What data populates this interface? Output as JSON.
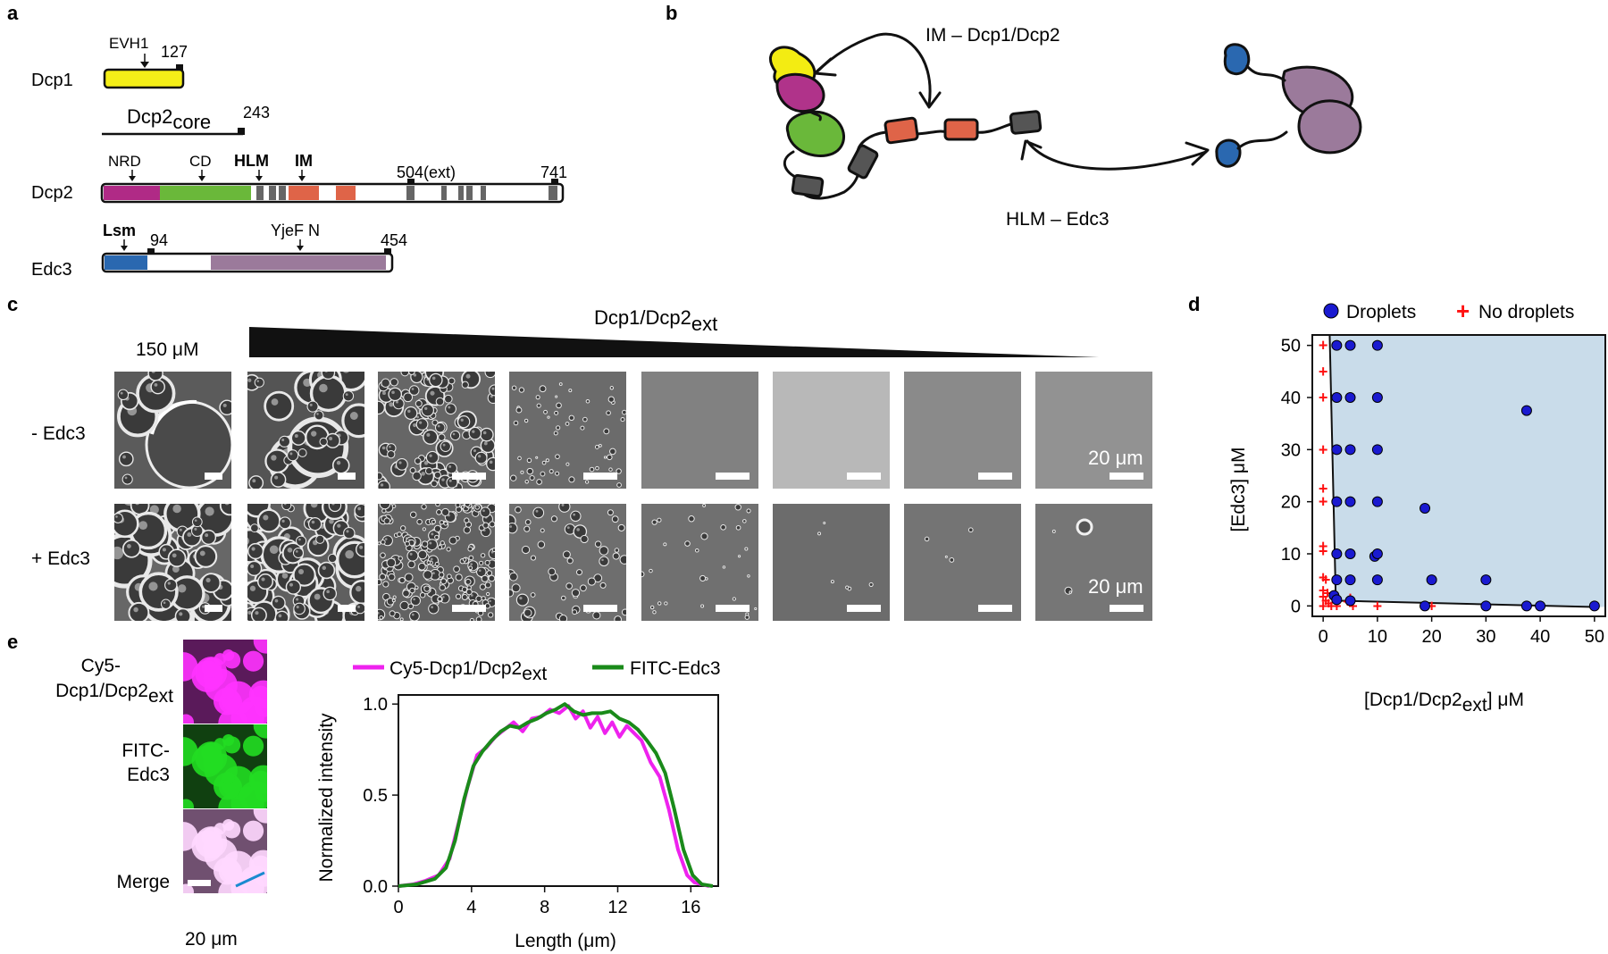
{
  "panels": {
    "a": "a",
    "b": "b",
    "c": "c",
    "d": "d",
    "e": "e"
  },
  "panel_a": {
    "dcp1": {
      "name": "Dcp1",
      "evh1": "EVH1",
      "end": "127"
    },
    "core": {
      "label": "Dcp2",
      "sub": "core",
      "end": "243"
    },
    "dcp2": {
      "name": "Dcp2",
      "nrd": "NRD",
      "cd": "CD",
      "hlm": "HLM",
      "im": "IM",
      "ext": "504(ext)",
      "end": "741"
    },
    "edc3": {
      "name": "Edc3",
      "lsm": "Lsm",
      "lsm_end": "94",
      "yjef": "YjeF N",
      "end": "454"
    }
  },
  "panel_b": {
    "im_label": "IM – Dcp1/Dcp2",
    "hlm_label": "HLM – Edc3"
  },
  "panel_c": {
    "title_main": "Dcp1/Dcp2",
    "title_sub": "ext",
    "conc": "150 μM",
    "row1": "- Edc3",
    "row2": "+ Edc3",
    "scale1": "20 μm",
    "scale2": "20 μm",
    "tile_colors": {
      "row1_bg": [
        "#5b5b5b",
        "#545454",
        "#666666",
        "#6b6b6b",
        "#818181",
        "#b8b8b8",
        "#8a8a8a",
        "#929292"
      ],
      "row2_bg": [
        "#676767",
        "#5f5f5f",
        "#626262",
        "#6e6e6e",
        "#707070",
        "#6c6c6c",
        "#747474",
        "#767676"
      ]
    }
  },
  "panel_e": {
    "cy5_l1": "Cy5-",
    "cy5_l2": "Dcp1/Dcp2",
    "cy5_sub": "ext",
    "fitc_l1": "FITC-",
    "fitc_l2": "Edc3",
    "merge": "Merge",
    "scale": "20 μm",
    "colors": {
      "cy5": "#ee22ee",
      "fitc": "#1a8a1a",
      "merge": "#d8a8d8"
    }
  },
  "chart_data": [
    {
      "type": "scatter",
      "panel": "d",
      "legend": [
        "Droplets",
        "No droplets"
      ],
      "legend_placement": "top",
      "xlabel": "[Dcp1/Dcp2ext] μM",
      "xlabel_main": "[Dcp1/Dcp2",
      "xlabel_sub": "ext",
      "xlabel_end": "] μM",
      "ylabel": "[Edc3] μM",
      "xlim": [
        -2,
        52
      ],
      "ylim": [
        -2,
        52
      ],
      "xticks": [
        0,
        10,
        20,
        30,
        40,
        50
      ],
      "yticks": [
        0,
        10,
        20,
        30,
        40,
        50
      ],
      "colors": {
        "droplets": "#1a1ad0",
        "no_droplets": "#ff1111",
        "region": "#c9dcea"
      },
      "series": [
        {
          "name": "Droplets",
          "points": [
            [
              2.5,
              50
            ],
            [
              5,
              50
            ],
            [
              10,
              50
            ],
            [
              2.5,
              40
            ],
            [
              5,
              40
            ],
            [
              10,
              40
            ],
            [
              37.5,
              37.5
            ],
            [
              2.5,
              30
            ],
            [
              5,
              30
            ],
            [
              10,
              30
            ],
            [
              2.5,
              20
            ],
            [
              5,
              20
            ],
            [
              10,
              20
            ],
            [
              18.75,
              18.75
            ],
            [
              2.5,
              10
            ],
            [
              5,
              10
            ],
            [
              9.5,
              9.5
            ],
            [
              10,
              10
            ],
            [
              2.5,
              5
            ],
            [
              5,
              5
            ],
            [
              10,
              5
            ],
            [
              20,
              5
            ],
            [
              30,
              5
            ],
            [
              2,
              2
            ],
            [
              2.5,
              1.2
            ],
            [
              5,
              1
            ],
            [
              18.75,
              0
            ],
            [
              30,
              0
            ],
            [
              37.5,
              0
            ],
            [
              40,
              0
            ],
            [
              50,
              0
            ]
          ]
        },
        {
          "name": "No droplets",
          "points": [
            [
              0,
              50
            ],
            [
              0,
              45
            ],
            [
              0,
              40
            ],
            [
              0,
              30
            ],
            [
              0,
              22.5
            ],
            [
              0,
              20
            ],
            [
              0,
              11.5
            ],
            [
              0,
              10.5
            ],
            [
              0,
              5.5
            ],
            [
              0.5,
              5
            ],
            [
              0,
              3
            ],
            [
              0.8,
              2.5
            ],
            [
              0,
              1.8
            ],
            [
              0.5,
              1
            ],
            [
              1,
              0.5
            ],
            [
              0,
              0
            ],
            [
              1.5,
              0
            ],
            [
              2.5,
              0
            ],
            [
              4.5,
              0.8
            ],
            [
              5,
              1.5
            ],
            [
              5.5,
              0
            ],
            [
              10,
              0
            ],
            [
              20,
              0
            ]
          ]
        }
      ]
    },
    {
      "type": "line",
      "panel": "e",
      "xlabel": "Length (μm)",
      "ylabel": "Normalized intensity",
      "xlim": [
        0,
        17.5
      ],
      "ylim": [
        0,
        1.05
      ],
      "xticks": [
        0,
        4,
        8,
        12,
        16
      ],
      "yticks": [
        0,
        0.5,
        1.0
      ],
      "ytick_labels": [
        "0.0",
        "0.5",
        "1.0"
      ],
      "series": [
        {
          "name": "Cy5-Dcp1/Dcp2ext",
          "name_main": "Cy5-Dcp1/Dcp2",
          "name_sub": "ext",
          "color": "#ee22ee",
          "x": [
            0,
            0.8,
            1.5,
            2.2,
            2.8,
            3.3,
            3.8,
            4.3,
            4.8,
            5.3,
            5.8,
            6.3,
            6.8,
            7.3,
            7.8,
            8.3,
            8.8,
            9.3,
            9.7,
            10.1,
            10.5,
            10.9,
            11.3,
            11.7,
            12.1,
            12.5,
            12.9,
            13.3,
            13.8,
            14.3,
            14.8,
            15.3,
            15.8,
            16.2,
            16.6,
            17
          ],
          "y": [
            0,
            0.01,
            0.03,
            0.06,
            0.15,
            0.35,
            0.55,
            0.72,
            0.76,
            0.82,
            0.86,
            0.9,
            0.85,
            0.92,
            0.93,
            0.97,
            0.95,
            0.99,
            0.92,
            0.96,
            0.87,
            0.93,
            0.84,
            0.9,
            0.82,
            0.88,
            0.84,
            0.8,
            0.68,
            0.6,
            0.42,
            0.2,
            0.06,
            0.02,
            0.01,
            0
          ]
        },
        {
          "name": "FITC-Edc3",
          "color": "#1a8a1a",
          "x": [
            0,
            1,
            2,
            2.6,
            3.1,
            3.6,
            4.1,
            4.6,
            5.1,
            5.6,
            6.1,
            6.6,
            7.1,
            7.6,
            8.1,
            8.6,
            9.1,
            9.6,
            10.1,
            10.6,
            11.1,
            11.6,
            12.1,
            12.6,
            13.1,
            13.6,
            14.1,
            14.6,
            15.1,
            15.6,
            16.1,
            16.6,
            17.2
          ],
          "y": [
            0,
            0.01,
            0.04,
            0.1,
            0.25,
            0.48,
            0.66,
            0.74,
            0.8,
            0.85,
            0.88,
            0.87,
            0.9,
            0.92,
            0.95,
            0.97,
            1.0,
            0.96,
            0.94,
            0.95,
            0.95,
            0.96,
            0.92,
            0.9,
            0.86,
            0.8,
            0.73,
            0.62,
            0.42,
            0.2,
            0.06,
            0.01,
            0
          ]
        }
      ]
    }
  ]
}
